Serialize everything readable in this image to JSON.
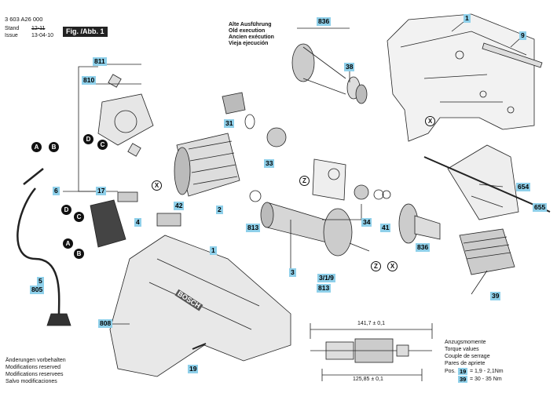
{
  "header": {
    "part_number": "3 603 A26 000",
    "stand_label": "Stand",
    "stand_value": "12-11",
    "issue_label": "Issue",
    "issue_value": "13-04-10",
    "fig_label": "Fig. /Abb. 1"
  },
  "old_execution": [
    "Alte Ausführung",
    "Old execution",
    "Ancien exécution",
    "Vieja ejecución"
  ],
  "callouts": {
    "p836a": "836",
    "p38": "38",
    "p1a": "1",
    "p9": "9",
    "p811": "811",
    "p810": "810",
    "p31": "31",
    "p33": "33",
    "p6": "6",
    "p17": "17",
    "p2": "2",
    "p42": "42",
    "p4": "4",
    "p34": "34",
    "p41": "41",
    "p654": "654",
    "p655": "655",
    "p813a": "813",
    "p3": "3",
    "p319": "3/1/9",
    "p813b": "813",
    "p836b": "836",
    "p5": "5",
    "p805": "805",
    "p1b": "1",
    "p808": "808",
    "p19": "19",
    "p39": "39"
  },
  "markers": {
    "A1": "A",
    "B1": "B",
    "D1": "D",
    "C1": "C",
    "D2": "D",
    "C2": "C",
    "A2": "A",
    "B2": "B",
    "X1": "X",
    "X2": "X",
    "X3": "X",
    "Z1": "Z",
    "Z2": "Z"
  },
  "dimensions": {
    "top": "141,7 ± 0,1",
    "bottom": "125,85 ± 0,1"
  },
  "footer_left": [
    "Änderungen vorbehalten",
    "Modifications reserved",
    "Modifications reservees",
    "Salvo modificaciones"
  ],
  "torque": {
    "lines": [
      "Anzugsmomente",
      "Torque values",
      "Couple de serrage",
      "Pares de apriete"
    ],
    "pos_label": "Pos.",
    "row1_pos": "19",
    "row1_val": "= 1,9 - 2,1Nm",
    "row2_pos": "39",
    "row2_val": "= 30 - 35 Nm"
  },
  "brand": "BOSCH"
}
